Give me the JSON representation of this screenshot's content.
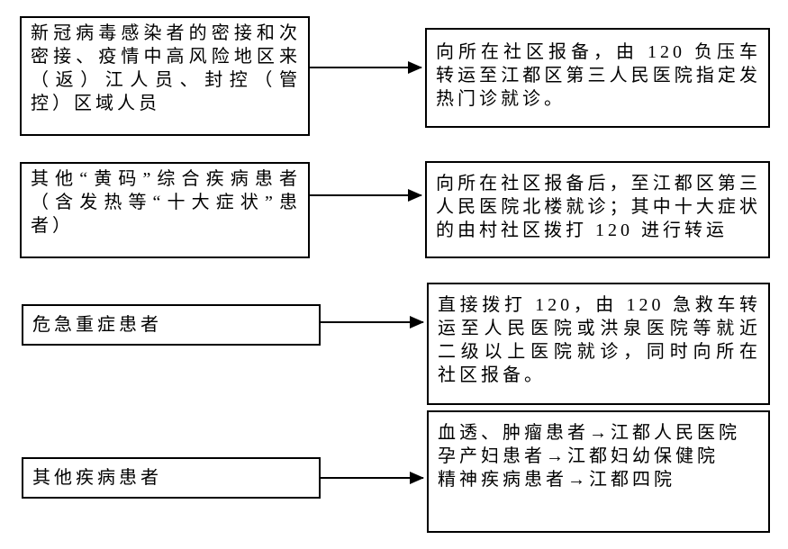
{
  "flowchart": {
    "rows": [
      {
        "source": "新冠病毒感染者的密接和次密接、疫情中高风险地区来（返）江人员、封控（管控）区域人员",
        "target": "向所在社区报备，由 120 负压车转运至江都区第三人民医院指定发热门诊就诊。"
      },
      {
        "source": "其他“黄码”综合疾病患者（含发热等“十大症状”患者）",
        "target": "向所在社区报备后，至江都区第三人民医院北楼就诊；其中十大症状的由村社区拨打 120 进行转运"
      },
      {
        "source": "危急重症患者",
        "target": "直接拨打 120，由 120 急救车转运至人民医院或洪泉医院等就近二级以上医院就诊，同时向所在社区报备。"
      },
      {
        "source": "其他疾病患者",
        "target_lines": [
          "血透、肿瘤患者→江都人民医院",
          "孕产妇患者→江都妇幼保健院",
          "精神疾病患者→江都四院"
        ]
      }
    ],
    "colors": {
      "background": "#ffffff",
      "border": "#000000",
      "text": "#000000"
    }
  }
}
